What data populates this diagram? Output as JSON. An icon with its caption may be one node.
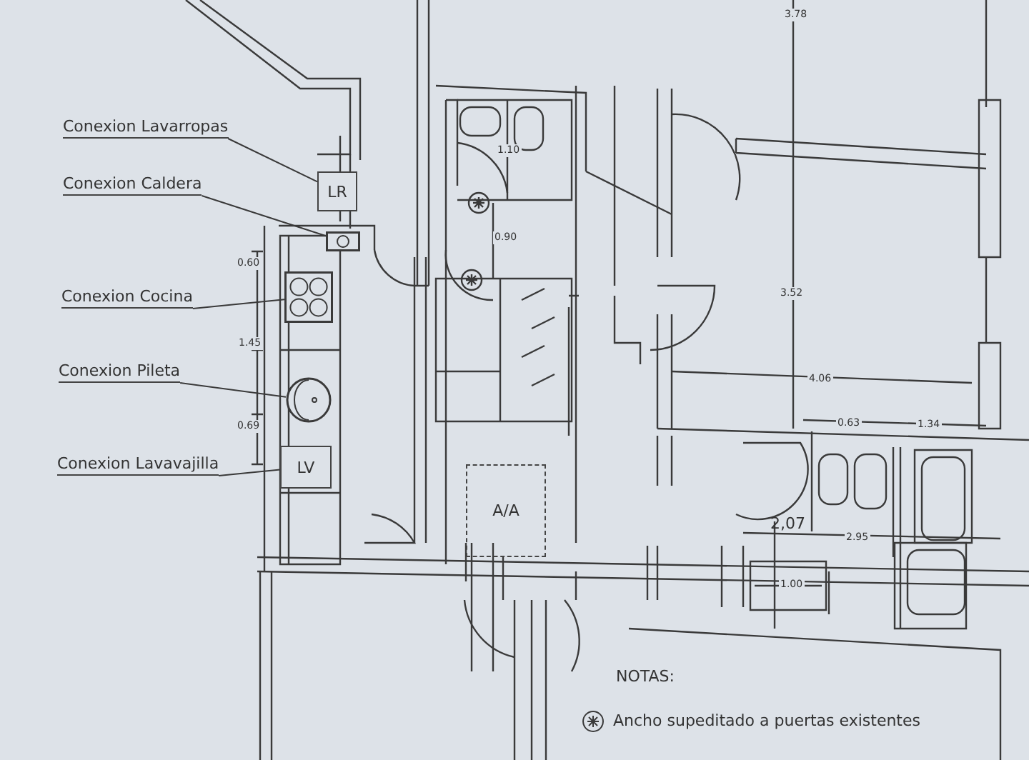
{
  "diagram": {
    "nodes": [
      {
        "text": [
          "Conexion Lavarropas"
        ]
      },
      {
        "text": [
          "LR"
        ]
      },
      {
        "text": [
          "Conexion Caldera"
        ]
      },
      {
        "text": [],
        "shape": "box"
      },
      {
        "text": [
          "Conexion Cocina"
        ]
      },
      {
        "text": [],
        "shape": "box"
      },
      {
        "text": [
          "Conexion Pileta"
        ]
      },
      {
        "text": [],
        "shape": "circle"
      },
      {
        "text": [
          "Conexion Lavavajilla"
        ]
      },
      {
        "text": [
          "LV"
        ]
      },
      {
        "text": [
          "A/A"
        ]
      }
    ],
    "edges": [
      {
        "from": 0,
        "to": 1,
        "arrow": "none"
      },
      {
        "from": 2,
        "to": 3,
        "arrow": "none"
      },
      {
        "from": 4,
        "to": 5,
        "arrow": "none"
      },
      {
        "from": 6,
        "to": 7,
        "arrow": "none"
      },
      {
        "from": 8,
        "to": 9,
        "arrow": "none"
      }
    ],
    "labels": [
      "3.78",
      "0.60",
      "1.10",
      "0.90",
      "1.45",
      "3.52",
      "4.06",
      "0.69",
      "0.63",
      "1.34",
      "2,07",
      "2.95",
      "1.00",
      "NOTAS:",
      "Ancho supeditado a puertas existentes"
    ]
  }
}
